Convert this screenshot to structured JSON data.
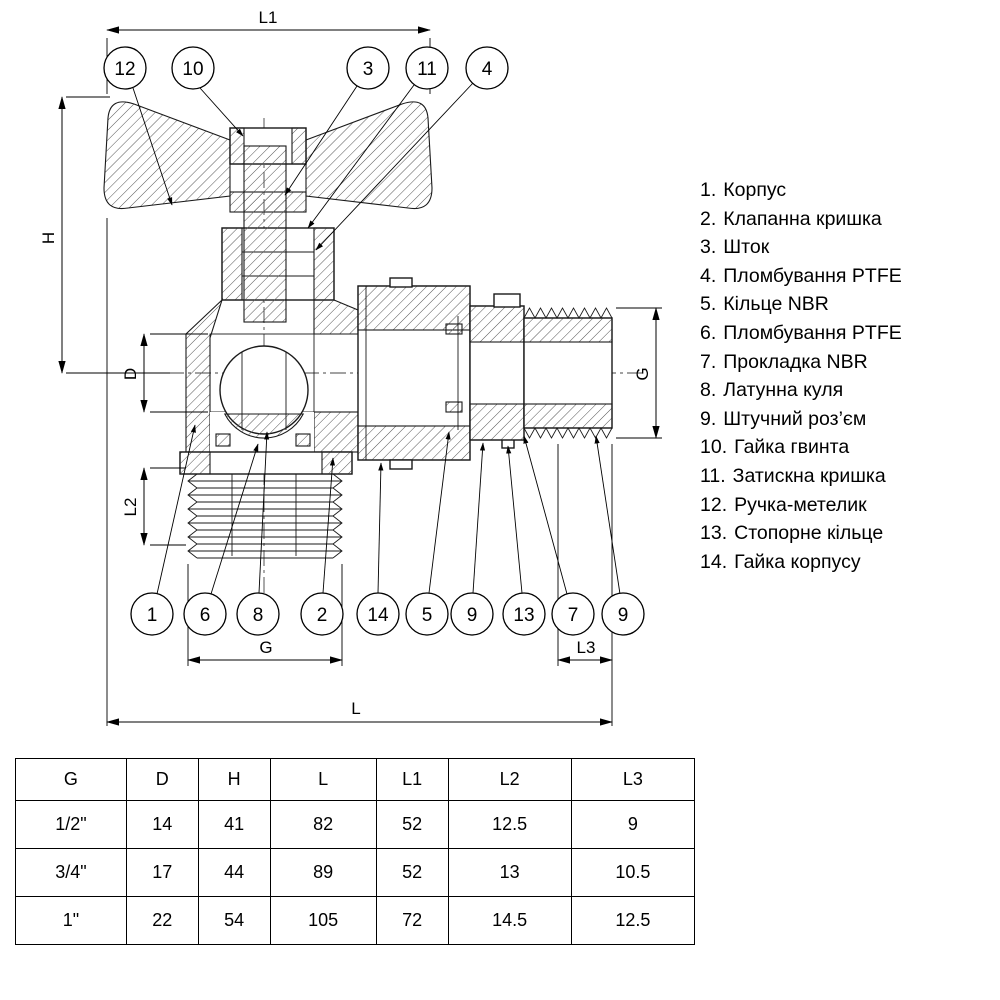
{
  "diagram": {
    "callouts_top": [
      "12",
      "10",
      "3",
      "11",
      "4"
    ],
    "callouts_bottom": [
      "1",
      "6",
      "8",
      "2",
      "14",
      "5",
      "9",
      "13",
      "7",
      "9"
    ],
    "dims": {
      "l1": "L1",
      "h": "H",
      "d": "D",
      "g_right": "G",
      "l2": "L2",
      "g_bottom": "G",
      "l3": "L3",
      "l": "L"
    }
  },
  "parts_list": [
    {
      "num": "1.",
      "name": "Корпус"
    },
    {
      "num": "2.",
      "name": "Клапанна кришка"
    },
    {
      "num": "3.",
      "name": "Шток"
    },
    {
      "num": "4.",
      "name": "Пломбування PTFE"
    },
    {
      "num": "5.",
      "name": "Кільце NBR"
    },
    {
      "num": "6.",
      "name": "Пломбування PTFE"
    },
    {
      "num": "7.",
      "name": "Прокладка NBR"
    },
    {
      "num": "8.",
      "name": "Латунна куля"
    },
    {
      "num": "9.",
      "name": "Штучний роз’єм"
    },
    {
      "num": "10.",
      "name": "Гайка гвинта"
    },
    {
      "num": "11.",
      "name": "Затискна кришка"
    },
    {
      "num": "12.",
      "name": "Ручка-метелик"
    },
    {
      "num": "13.",
      "name": "Стопорне кільце"
    },
    {
      "num": "14.",
      "name": "Гайка корпусу"
    }
  ],
  "table": {
    "headers": [
      "G",
      "D",
      "H",
      "L",
      "L1",
      "L2",
      "L3"
    ],
    "rows": [
      [
        "1/2\"",
        "14",
        "41",
        "82",
        "52",
        "12.5",
        "9"
      ],
      [
        "3/4\"",
        "17",
        "44",
        "89",
        "52",
        "13",
        "10.5"
      ],
      [
        "1\"",
        "22",
        "54",
        "105",
        "72",
        "14.5",
        "12.5"
      ]
    ]
  }
}
